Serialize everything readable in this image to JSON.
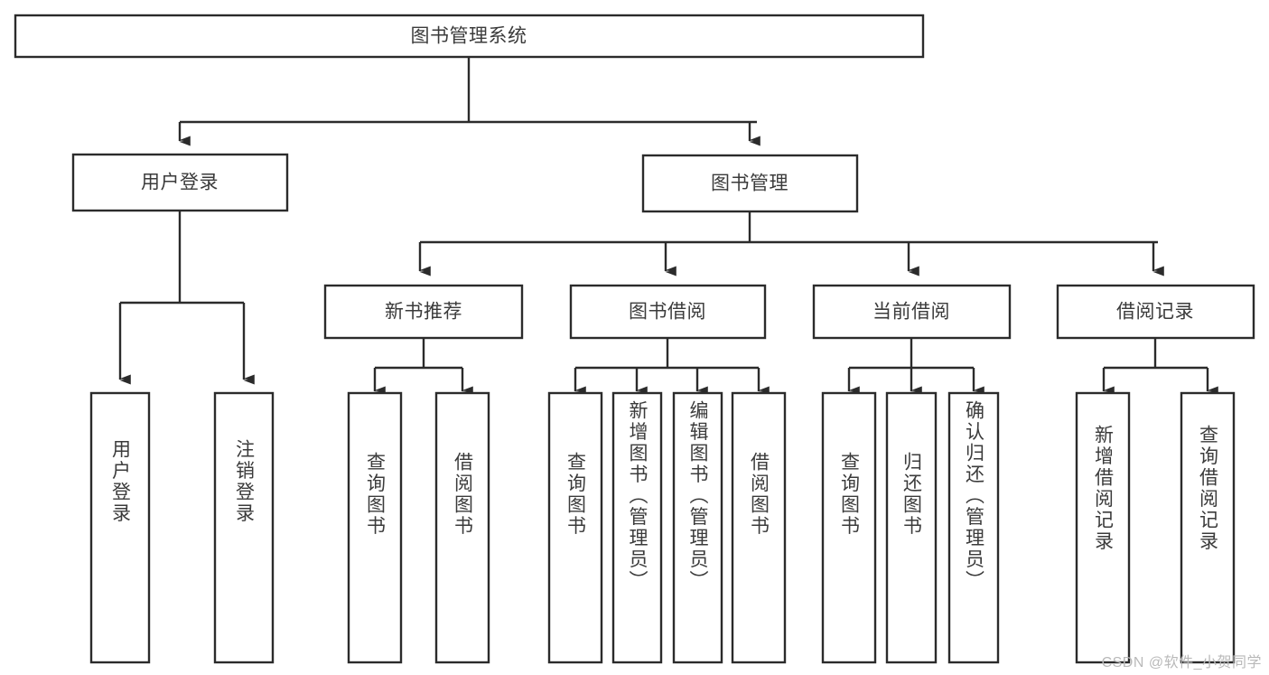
{
  "diagram": {
    "title_box": {
      "label": "图书管理系统"
    },
    "level2": [
      {
        "id": "user-login",
        "label": "用户登录"
      },
      {
        "id": "book-management",
        "label": "图书管理"
      }
    ],
    "level3": [
      {
        "id": "new-book-recommend",
        "label": "新书推荐"
      },
      {
        "id": "book-borrow",
        "label": "图书借阅"
      },
      {
        "id": "current-borrow",
        "label": "当前借阅"
      },
      {
        "id": "borrow-record",
        "label": "借阅记录"
      }
    ],
    "leaves": [
      {
        "id": "leaf-user-login",
        "label": "用户登录",
        "parent": "user-login"
      },
      {
        "id": "leaf-logout-login",
        "label": "注销登录",
        "parent": "user-login"
      },
      {
        "id": "leaf-query-book-1",
        "label": "查询图书",
        "parent": "new-book-recommend"
      },
      {
        "id": "leaf-borrow-book-1",
        "label": "借阅图书",
        "parent": "new-book-recommend"
      },
      {
        "id": "leaf-query-book-2",
        "label": "查询图书",
        "parent": "book-borrow"
      },
      {
        "id": "leaf-add-book",
        "label": "新增图书（管理员）",
        "parent": "book-borrow"
      },
      {
        "id": "leaf-edit-book",
        "label": "编辑图书（管理员）",
        "parent": "book-borrow"
      },
      {
        "id": "leaf-borrow-book-2",
        "label": "借阅图书",
        "parent": "book-borrow"
      },
      {
        "id": "leaf-query-book-3",
        "label": "查询图书",
        "parent": "current-borrow"
      },
      {
        "id": "leaf-return-book",
        "label": "归还图书",
        "parent": "current-borrow"
      },
      {
        "id": "leaf-confirm-return",
        "label": "确认归还（管理员）",
        "parent": "current-borrow"
      },
      {
        "id": "leaf-add-record",
        "label": "新增借阅记录",
        "parent": "borrow-record"
      },
      {
        "id": "leaf-query-record",
        "label": "查询借阅记录",
        "parent": "borrow-record"
      }
    ],
    "watermark": "CSDN @软件_小贺同学",
    "colors": {
      "stroke": "#2b2b2b",
      "text": "#3b3b3b",
      "box_fill": "#ffffff",
      "background": "#ffffff",
      "watermark": "#b9b9b9"
    }
  }
}
